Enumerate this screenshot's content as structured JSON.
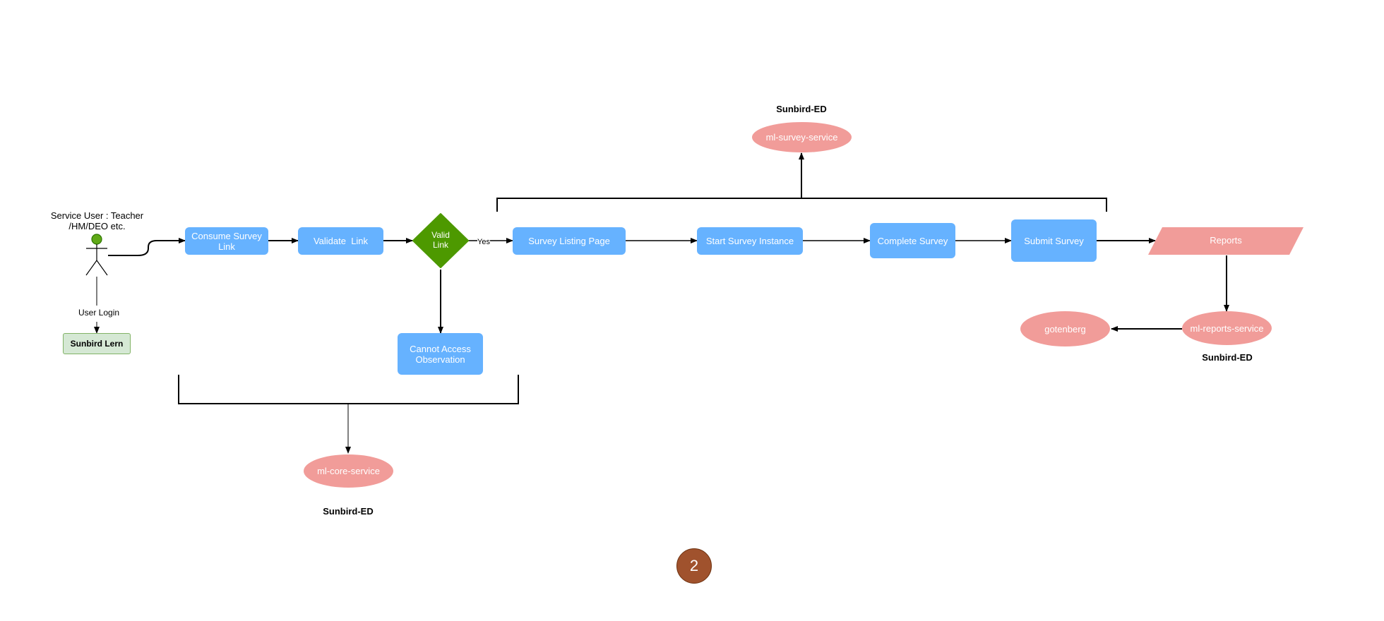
{
  "actor": {
    "label_line1": "Service User : Teacher",
    "label_line2": "/HM/DEO etc."
  },
  "user_login": "User Login",
  "sunbird_lern": "Sunbird Lern",
  "nodes": {
    "consume_line1": "Consume Survey",
    "consume_line2": "Link",
    "validate": "Validate  Link",
    "valid_line1": "Valid",
    "valid_line2": "Link",
    "yes": "Yes",
    "cannot_line1": "Cannot Access",
    "cannot_line2": "Observation",
    "survey_listing": "Survey Listing Page",
    "start_instance": "Start Survey Instance",
    "complete": "Complete Survey",
    "submit": "Submit Survey",
    "reports": "Reports"
  },
  "services": {
    "survey": "ml-survey-service",
    "core": "ml-core-service",
    "reports": "ml-reports-service",
    "gotenberg": "gotenberg"
  },
  "platform_labels": {
    "survey": "Sunbird-ED",
    "core": "Sunbird-ED",
    "reports": "Sunbird-ED"
  },
  "page_number": "2",
  "colors": {
    "process_box": "#66b2ff",
    "service_ellipse": "#f19c99",
    "decision": "#4d9900",
    "actor_head": "#60a917",
    "lern_fill": "#d5e8d4",
    "page_badge": "#a0522d"
  }
}
